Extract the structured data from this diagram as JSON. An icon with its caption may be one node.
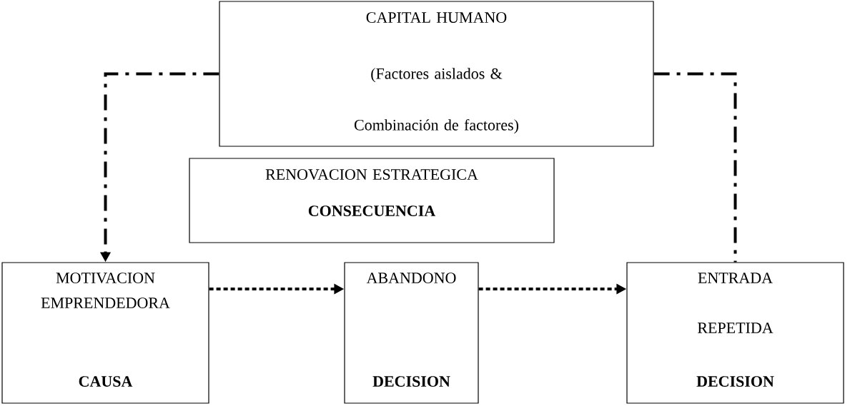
{
  "diagram": {
    "nodes": [
      {
        "text": [
          "CAPITAL HUMANO",
          "(Factores aislados & Combinación de factores)"
        ]
      },
      {
        "text": [
          "RENOVACION ESTRATEGICA",
          "CONSECUENCIA"
        ]
      },
      {
        "text": [
          "MOTIVACION EMPRENDEDORA",
          "CAUSA"
        ]
      },
      {
        "text": [
          "ABANDONO",
          "DECISION"
        ]
      },
      {
        "text": [
          "ENTRADA REPETIDA",
          "DECISION"
        ]
      }
    ],
    "edges": [
      {
        "from": 0,
        "to": 2,
        "arrow": "to",
        "style": "dashed"
      },
      {
        "from": 0,
        "to": 4,
        "arrow": "none",
        "style": "dashed"
      },
      {
        "from": 2,
        "to": 3,
        "arrow": "to"
      },
      {
        "from": 3,
        "to": 4,
        "arrow": "to"
      }
    ]
  }
}
